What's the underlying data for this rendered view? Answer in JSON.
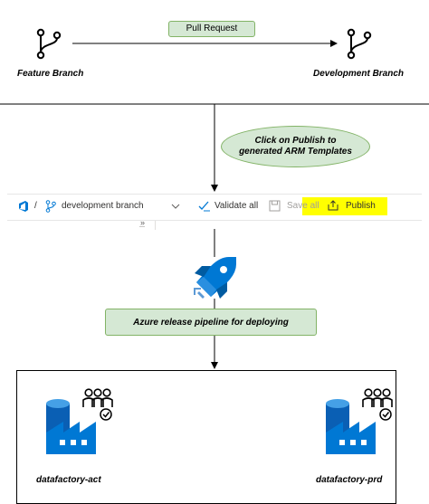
{
  "pull_request": {
    "label": "Pull Request"
  },
  "branches": {
    "feature": "Feature Branch",
    "development": "Development Branch"
  },
  "publish_note": "Click on Publish to generated ARM Templates",
  "toolbar": {
    "separator": "/",
    "branch_name": "development branch",
    "validate_label": "Validate all",
    "save_label": "Save all",
    "publish_label": "Publish",
    "collapse_glyph": "»"
  },
  "release": {
    "label": "Azure release pipeline for deploying"
  },
  "factories": {
    "act": "datafactory-act",
    "prd": "datafactory-prd"
  },
  "colors": {
    "green_fill": "#d5e8d4",
    "green_border": "#82b366",
    "highlight": "#ffff00",
    "azure_blue": "#0078d4"
  }
}
